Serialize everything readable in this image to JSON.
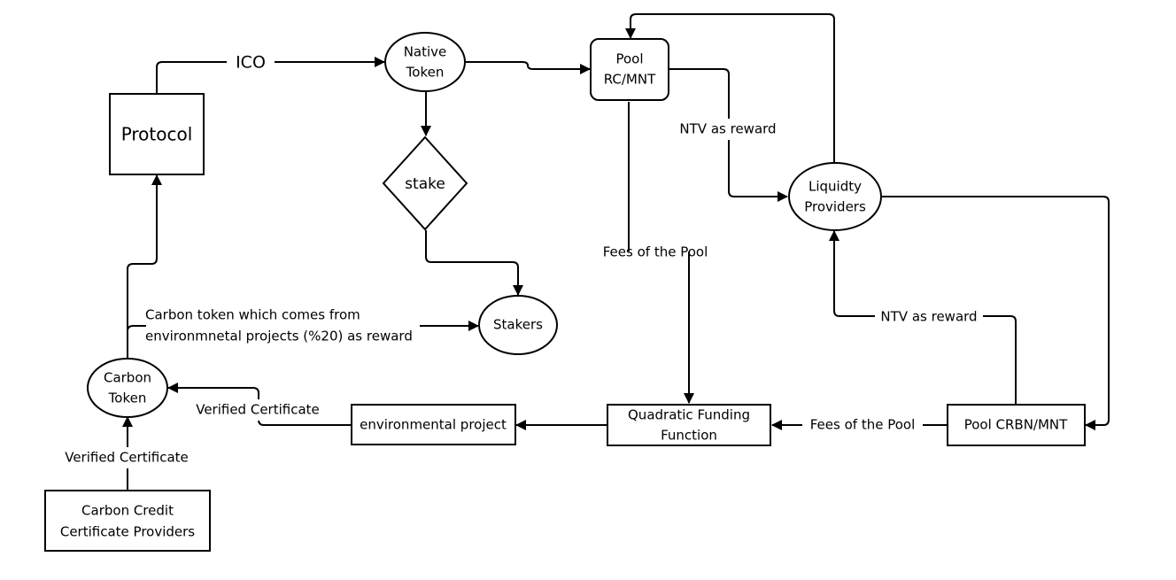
{
  "nodes": {
    "protocol": "Protocol",
    "native_token": [
      "Native",
      "Token"
    ],
    "stake": "stake",
    "stakers": "Stakers",
    "pool_rc": [
      "Pool",
      "RC/MNT"
    ],
    "liquidity_providers": [
      "Liquidty",
      "Providers"
    ],
    "pool_crbn": "Pool CRBN/MNT",
    "quadratic_funding": [
      "Quadratic Funding",
      "Function"
    ],
    "environmental_project": "environmental project",
    "carbon_token": [
      "Carbon",
      "Token"
    ],
    "carbon_credit_providers": [
      "Carbon Credit",
      "Certificate Providers"
    ]
  },
  "edge_labels": {
    "ico": "ICO",
    "ntv_reward_top": "NTV as reward",
    "fees_pool_rc": "Fees of the Pool",
    "ntv_reward_bottom": "NTV as reward",
    "fees_pool_crbn": "Fees of the Pool",
    "verified_certificate_env": "Verified Certificate",
    "verified_certificate_providers": "Verified Certificate",
    "carbon_reward": [
      "Carbon token which comes from",
      "environmnetal projects (%20) as reward"
    ]
  }
}
